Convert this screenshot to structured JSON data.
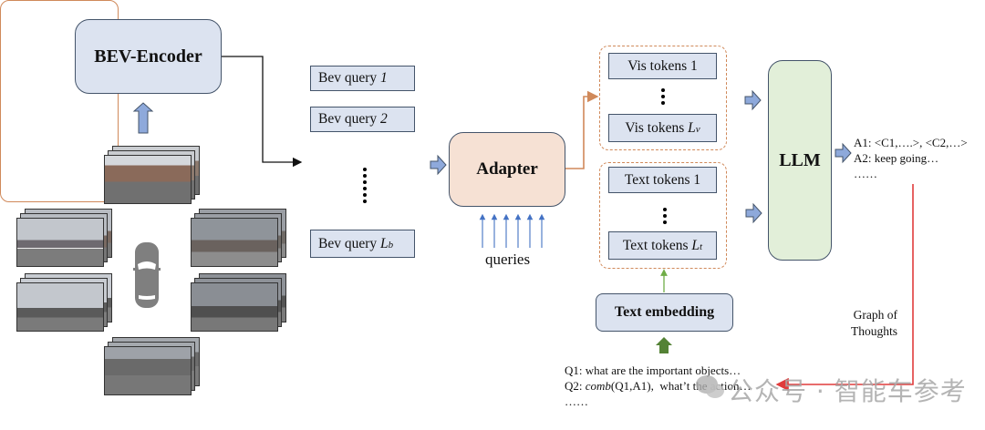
{
  "diagram": {
    "encoder": {
      "label": "BEV-Encoder",
      "fill": "#dce3f0"
    },
    "bev_queries": {
      "items": [
        {
          "prefix": "Bev query ",
          "sub": "1"
        },
        {
          "prefix": "Bev query ",
          "sub": "2"
        },
        {
          "prefix": "Bev query ",
          "sub": "L",
          "subscript": "b"
        }
      ],
      "frame_color": "#d0895a"
    },
    "adapter": {
      "label": "Adapter",
      "fill": "#f6e1d4",
      "queries_label": "queries"
    },
    "vis_tokens": {
      "first": "Vis tokens 1",
      "last_prefix": "Vis tokens ",
      "last_var": "L",
      "last_sub": "v"
    },
    "text_tokens": {
      "first": "Text tokens 1",
      "last_prefix": "Text tokens ",
      "last_var": "L",
      "last_sub": "t"
    },
    "text_embedding": {
      "label": "Text embedding"
    },
    "llm": {
      "label": "LLM",
      "fill": "#e2efd9"
    },
    "answers": {
      "lines": [
        "A1: <C1,….>, <C2,…>",
        "A2: keep going…",
        "……"
      ]
    },
    "questions": {
      "q1": "Q1: what are the important objects…",
      "q2_prefix": "Q2: ",
      "q2_italic": "comb",
      "q2_rest": "(Q1,A1),  what’t the action…",
      "more": "……"
    },
    "feedback": {
      "label_line1": "Graph of",
      "label_line2": "Thoughts",
      "color": "#e03c3c"
    },
    "cameras": {
      "count": 6,
      "views": [
        "front",
        "front-left",
        "front-right",
        "back-left",
        "back-right",
        "back"
      ]
    },
    "watermark": "公众号 · 智能车参考",
    "colors": {
      "arrow_blue": "#8ea9db",
      "arrow_green": "#70ad47",
      "orange": "#d0895a",
      "red": "#e03c3c"
    }
  }
}
